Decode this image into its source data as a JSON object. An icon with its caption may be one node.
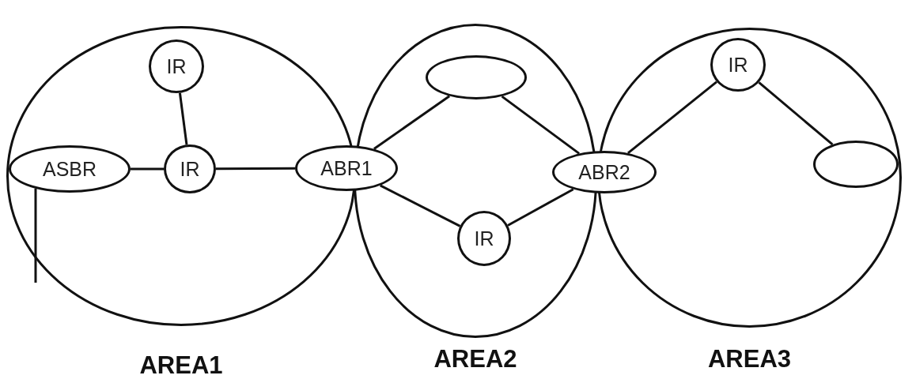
{
  "diagram": {
    "nodes": [
      {
        "text": [
          "AREA1"
        ]
      },
      {
        "text": [
          "IR"
        ],
        "in": 0
      },
      {
        "text": [
          "ASBR"
        ],
        "in": 0
      },
      {
        "text": [
          "IR"
        ],
        "in": 0
      },
      {
        "text": [
          "ABR1"
        ]
      },
      {
        "text": [
          "AREA2"
        ]
      },
      {
        "text": [],
        "shape": "circle",
        "in": 5
      },
      {
        "text": [
          "IR"
        ],
        "in": 5
      },
      {
        "text": [
          "ABR2"
        ]
      },
      {
        "text": [
          "AREA3"
        ]
      },
      {
        "text": [
          "IR"
        ],
        "in": 9
      },
      {
        "text": [],
        "shape": "circle",
        "in": 9
      }
    ],
    "edges": [
      {
        "from": 2,
        "to": 3,
        "arrow": "none"
      },
      {
        "from": 1,
        "to": 3,
        "arrow": "none"
      },
      {
        "from": 3,
        "to": 4,
        "arrow": "none"
      },
      {
        "from": 4,
        "to": 6,
        "arrow": "none"
      },
      {
        "from": 6,
        "to": 8,
        "arrow": "none"
      },
      {
        "from": 4,
        "to": 7,
        "arrow": "none"
      },
      {
        "from": 7,
        "to": 8,
        "arrow": "none"
      },
      {
        "from": 8,
        "to": 10,
        "arrow": "none"
      },
      {
        "from": 10,
        "to": 11,
        "arrow": "none"
      },
      {
        "from": 2,
        "to": null,
        "arrow": "none"
      }
    ]
  }
}
